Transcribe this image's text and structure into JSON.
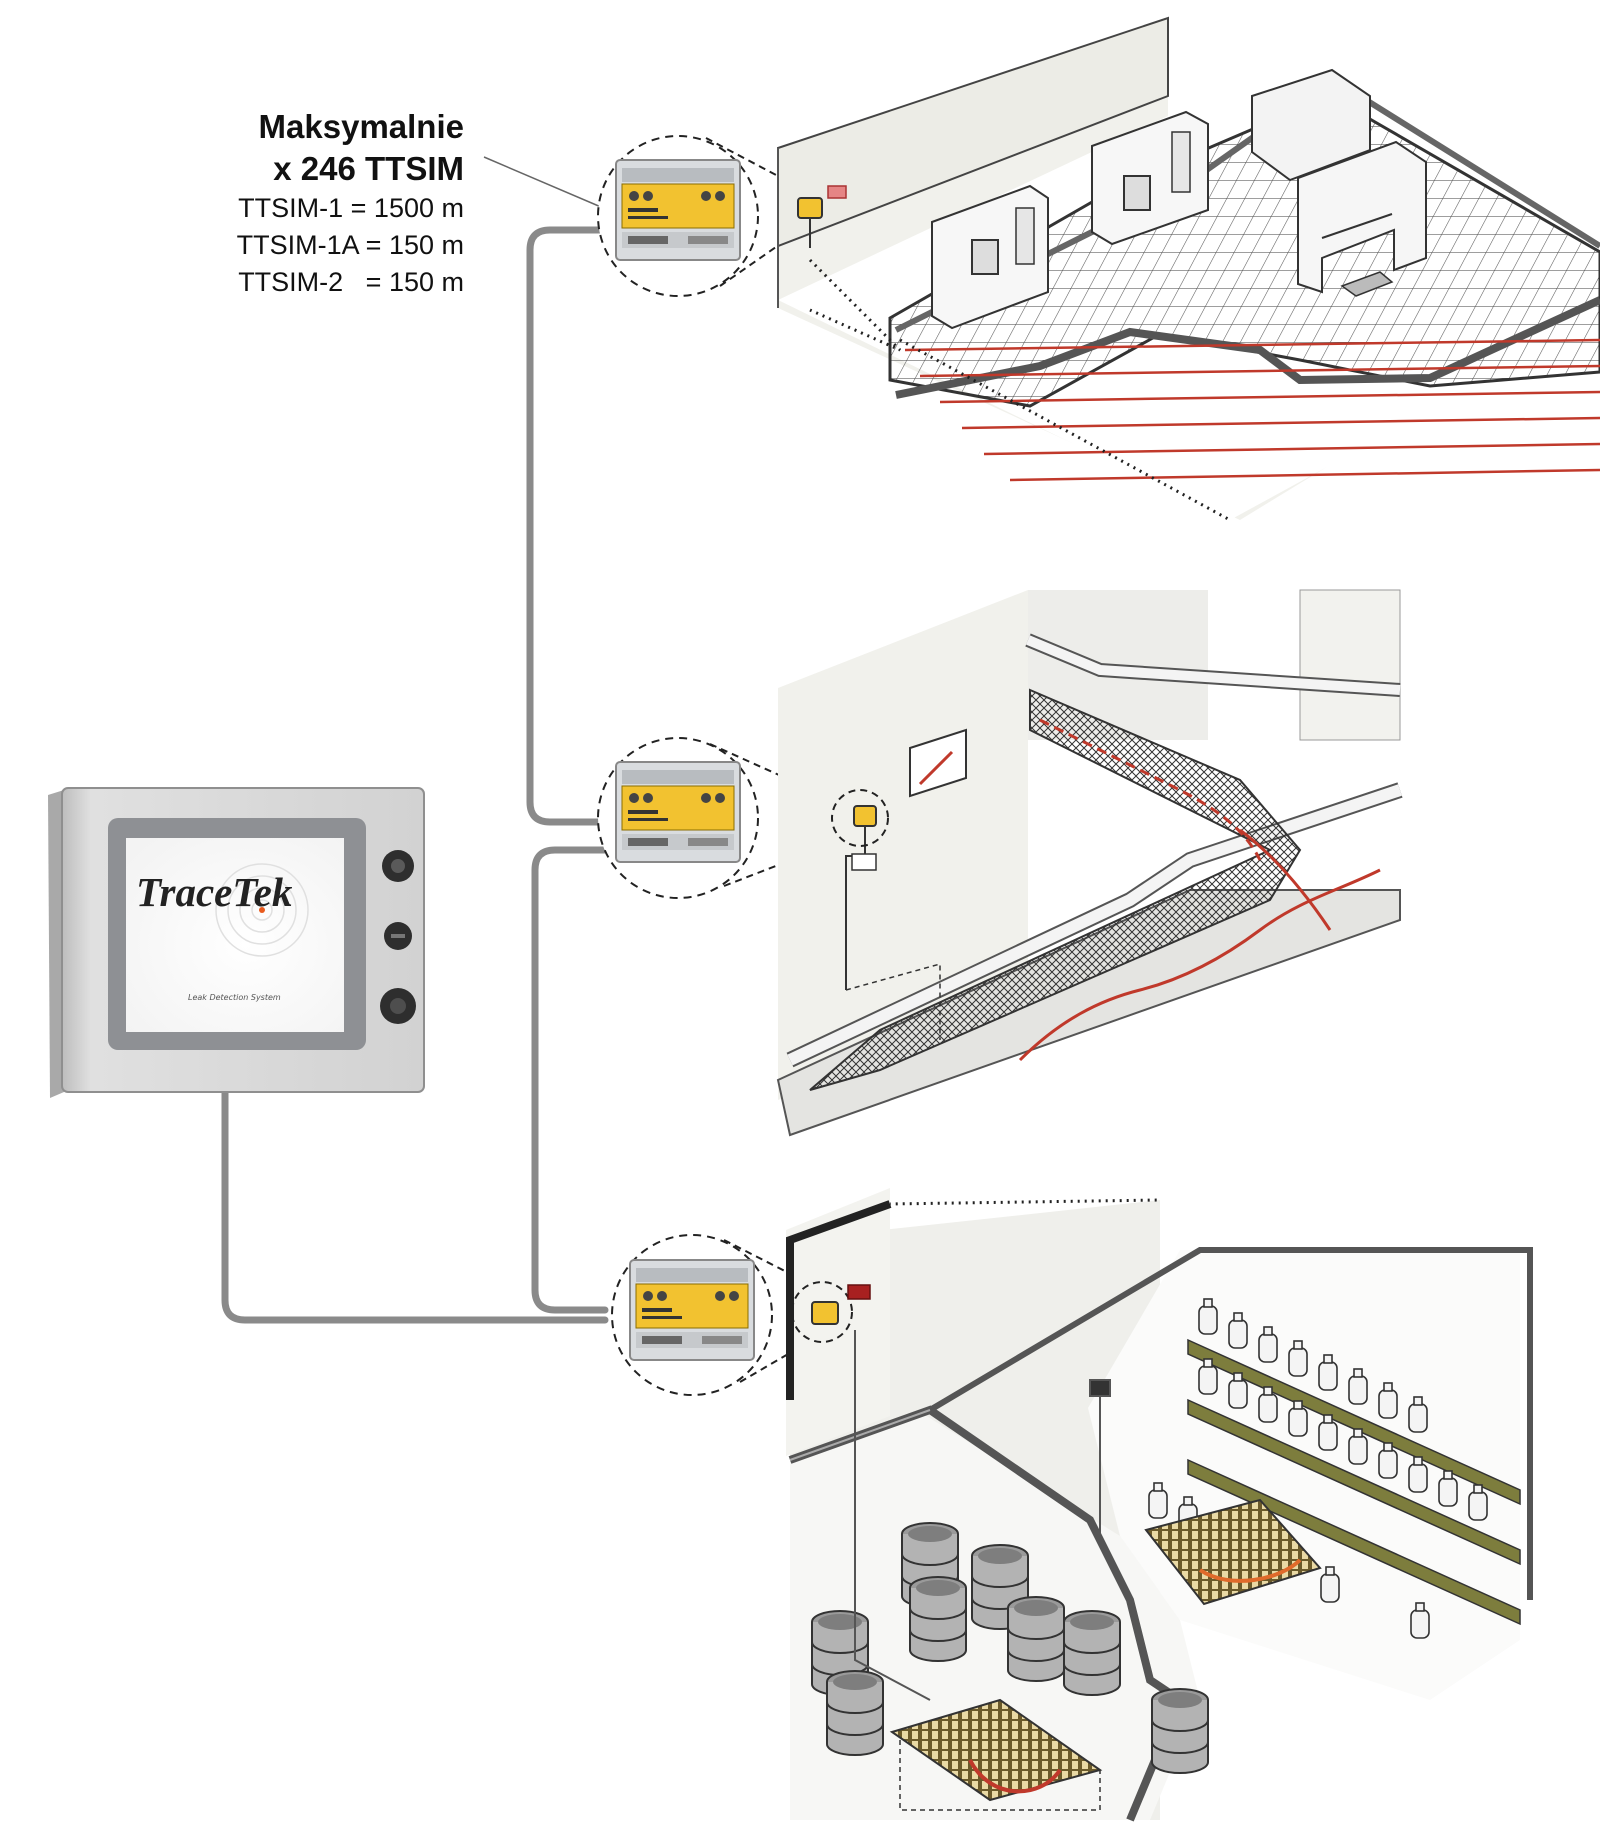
{
  "caption": {
    "title_line1": "Maksymalnie",
    "title_line2": "x 246 TTSIM",
    "lines": [
      "TTSIM-1 = 1500 m",
      "TTSIM-1A = 150 m",
      "TTSIM-2   = 150 m"
    ]
  },
  "controller": {
    "brand": "TraceTek",
    "subtitle": "Leak Detection System"
  },
  "colors": {
    "cable": "#8a8a8a",
    "module_yellow": "#f2c230",
    "sensor_red": "#c0392b",
    "enclosure": "#d7d7d7",
    "wall": "#f1f1ec"
  },
  "icons": [
    "controller-enclosure",
    "ttsim-module",
    "junction-box",
    "sensing-cable",
    "drum",
    "bottle",
    "server-rack",
    "drip-tray"
  ]
}
